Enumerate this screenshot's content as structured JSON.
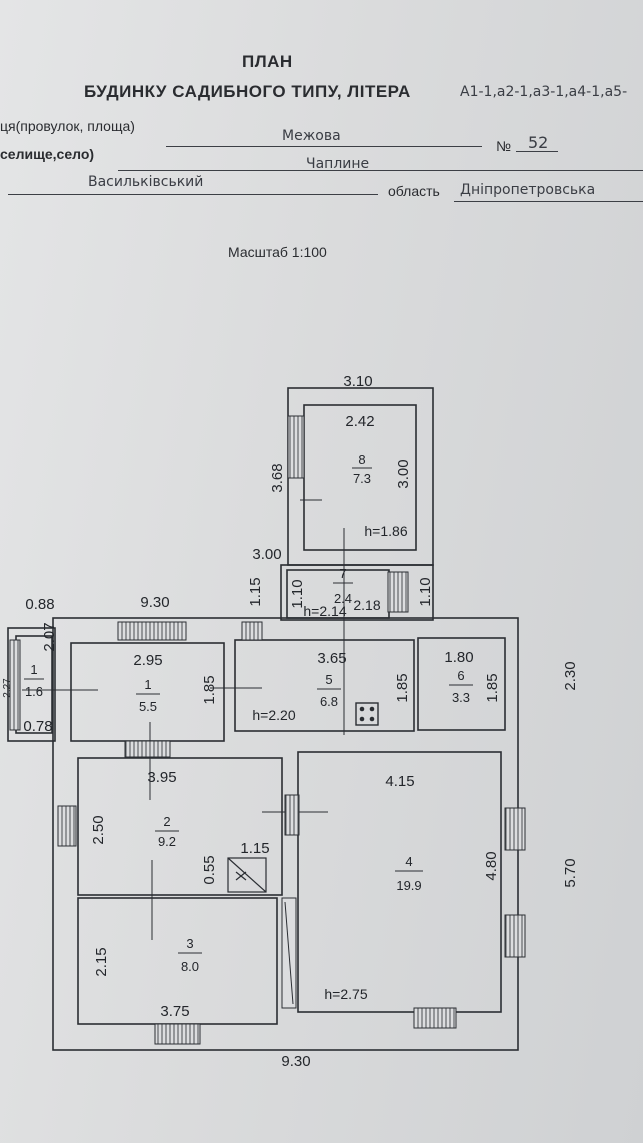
{
  "header": {
    "title": "ПЛАН",
    "subtitle": "БУДИНКУ САДИБНОГО ТИПУ, ЛІТЕРА",
    "litera": "А1-1,а2-1,а3-1,а4-1,а5-",
    "street_label": "ця(провулок, площа)",
    "street_value": "Межова",
    "number_label": "№",
    "number_value": "52",
    "settlement_label": "селище,село)",
    "settlement_value": "Чаплине",
    "district_value": "Васильківський",
    "region_label": "область",
    "region_value": "Дніпропетровська",
    "scale": "Масштаб 1:100"
  },
  "plan": {
    "rooms": [
      {
        "number": "1",
        "area": "1.6"
      },
      {
        "number": "1",
        "area": "5.5"
      },
      {
        "number": "2",
        "area": "9.2"
      },
      {
        "number": "3",
        "area": "8.0"
      },
      {
        "number": "4",
        "area": "19.9"
      },
      {
        "number": "5",
        "area": "6.8"
      },
      {
        "number": "6",
        "area": "3.3"
      },
      {
        "number": "7",
        "area": "2.4"
      },
      {
        "number": "8",
        "area": "7.3"
      }
    ],
    "dimensions": {
      "d_8_outer_w": "3.10",
      "d_8_inner_w": "2.42",
      "d_8_h_left": "3.68",
      "d_8_h_right": "3.00",
      "d_7_w": "3.00",
      "d_7_outer_h": "1.15",
      "d_7_inner_h": "1.10",
      "d_7_right_w": "2.18",
      "d_7_right_h": "1.10",
      "d_porch_w": "0.88",
      "d_top_w": "9.30",
      "d_porch_h": "2.07",
      "d_porch_w2": "0.78",
      "d_porch_side": "2.27",
      "d_1_w": "2.95",
      "d_1_h": "1.85",
      "d_5_w": "3.65",
      "d_5_h": "1.85",
      "d_6_w": "1.80",
      "d_6_h": "1.85",
      "d_right_top": "2.30",
      "d_2_w": "3.95",
      "d_2_h": "2.50",
      "d_stair_w": "1.15",
      "d_stair_h": "0.55",
      "d_4_w": "4.15",
      "d_4_h": "4.80",
      "d_right_bottom": "5.70",
      "d_3_h": "2.15",
      "d_3_w": "3.75",
      "d_bottom_w": "9.30"
    },
    "heights": {
      "h_8": "h=1.86",
      "h_7": "h=2.14",
      "h_5": "h=2.20",
      "h_4": "h=2.75"
    }
  }
}
